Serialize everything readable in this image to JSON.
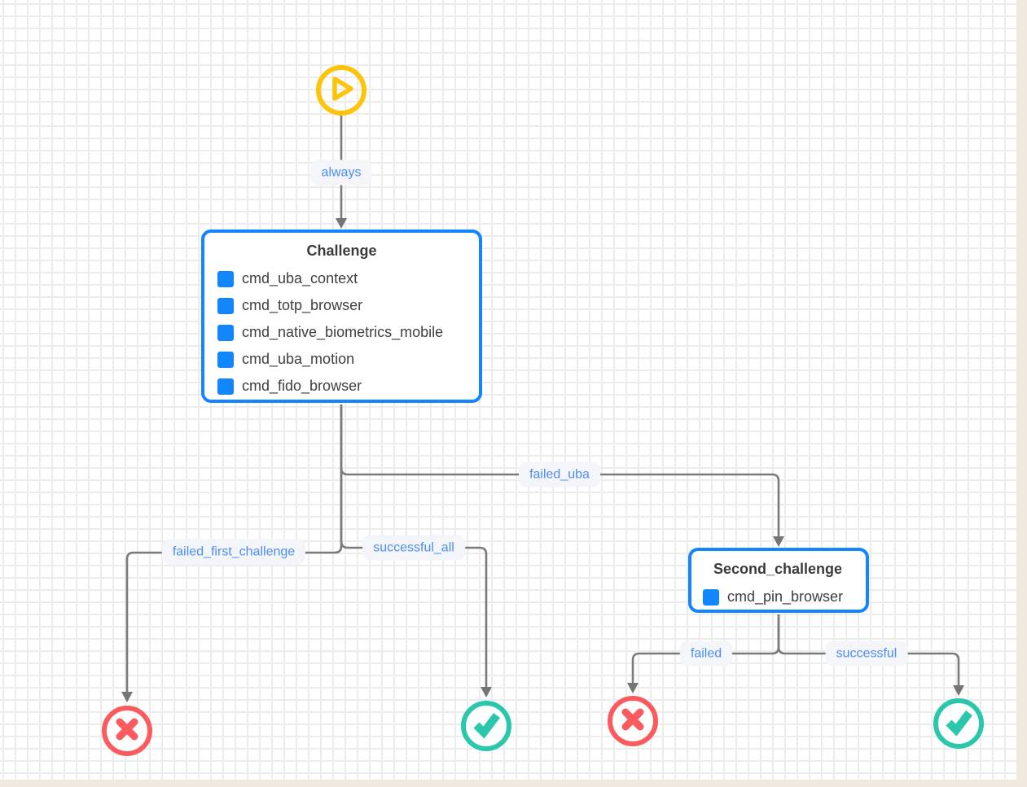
{
  "flow": {
    "start": {
      "node": "start"
    },
    "challenge": {
      "title": "Challenge",
      "items": [
        "cmd_uba_context",
        "cmd_totp_browser",
        "cmd_native_biometrics_mobile",
        "cmd_uba_motion",
        "cmd_fido_browser"
      ]
    },
    "second_challenge": {
      "title": "Second_challenge",
      "items": [
        "cmd_pin_browser"
      ]
    },
    "edge_labels": {
      "always": "always",
      "failed_uba": "failed_uba",
      "failed_first_challenge": "failed_first_challenge",
      "successful_all": "successful_all",
      "failed": "failed",
      "successful": "successful"
    },
    "icons": {
      "start": "play-icon",
      "failure": "x-icon",
      "success": "check-icon",
      "command": "blue-square-icon"
    }
  },
  "colors": {
    "node_border_blue": "#1385ff",
    "command_square_blue": "#1287fd",
    "edge_label_blue": "#4c8df5",
    "edge_label_bg": "#f4f5f8",
    "edge_gray": "#7a7a7a",
    "start_yellow": "#fec30b",
    "failure_red": "#fb5a5e",
    "success_teal": "#2bc7ad",
    "text_dark": "#3a3a3a",
    "grid_line": "#ececec",
    "canvas_bg": "#ffffff",
    "page_bg": "#efe9e0"
  }
}
